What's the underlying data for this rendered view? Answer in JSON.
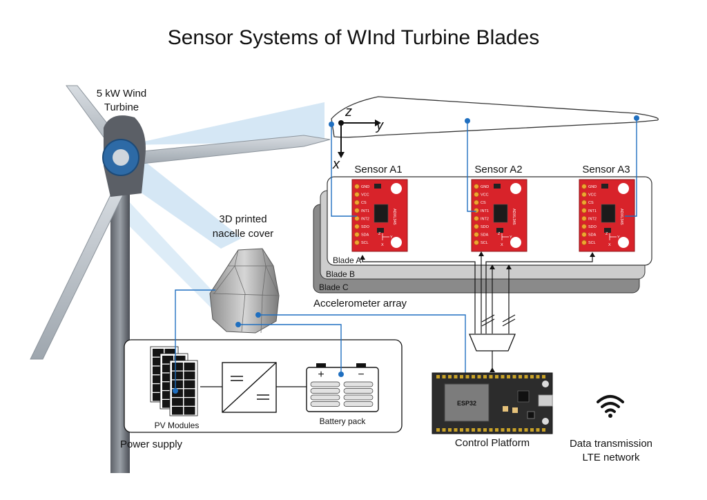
{
  "title": "Sensor Systems of WInd Turbine Blades",
  "turbine": {
    "label_line1": "5 kW Wind",
    "label_line2": "Turbine"
  },
  "nacelle": {
    "label_line1": "3D printed",
    "label_line2": "nacelle cover"
  },
  "axes": {
    "z": "z",
    "y": "y",
    "x": "x"
  },
  "sensors": [
    {
      "label": "Sensor A1"
    },
    {
      "label": "Sensor A2"
    },
    {
      "label": "Sensor A3"
    }
  ],
  "sensor_pins": [
    "GND",
    "VCC",
    "CS",
    "INT1",
    "INT2",
    "SDO",
    "SDA",
    "SCL"
  ],
  "chip_label": "ADXL345",
  "board_axes": {
    "z": "Z",
    "y": "Y",
    "x": "X"
  },
  "blades": {
    "a": "Blade A",
    "b": "Blade B",
    "c": "Blade C"
  },
  "accelerometer_label": "Accelerometer array",
  "power": {
    "pv_label": "PV Modules",
    "battery_label": "Battery pack",
    "section_label": "Power supply",
    "plus": "+",
    "minus": "−"
  },
  "control": {
    "chip": "ESP32",
    "label": "Control Platform"
  },
  "data": {
    "label_line1": "Data transmission",
    "label_line2": "LTE network"
  },
  "colors": {
    "wire": "#1f6fc0",
    "board": "#d8232a",
    "beam": "#c7dff2",
    "panel_dark": "#141414"
  }
}
